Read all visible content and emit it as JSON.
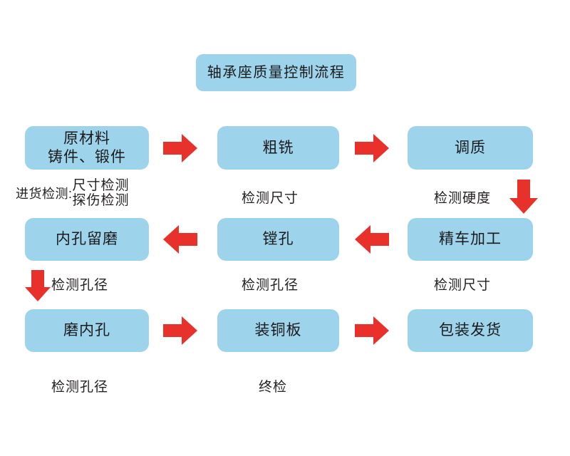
{
  "diagram": {
    "title": "轴承座质量控制流程",
    "colors": {
      "node_fill": "#9ed3ec",
      "arrow_red": "#e8312a",
      "text": "#231f20",
      "background": "#ffffff"
    },
    "rows": [
      {
        "name": "row-1",
        "direction": "left-to-right",
        "nodes": [
          {
            "id": "raw-material",
            "lines": [
              "原材料",
              "铸件、锻件"
            ]
          },
          {
            "id": "rough-milling",
            "lines": [
              "粗铣"
            ]
          },
          {
            "id": "quench-temper",
            "lines": [
              "调质"
            ]
          }
        ]
      },
      {
        "name": "row-2",
        "direction": "right-to-left",
        "nodes": [
          {
            "id": "bore-grind-allowance",
            "lines": [
              "内孔留磨"
            ]
          },
          {
            "id": "boring",
            "lines": [
              "镗孔"
            ]
          },
          {
            "id": "finish-turning",
            "lines": [
              "精车加工"
            ]
          }
        ]
      },
      {
        "name": "row-3",
        "direction": "left-to-right",
        "nodes": [
          {
            "id": "grind-inner-hole",
            "lines": [
              "磨内孔"
            ]
          },
          {
            "id": "install-copper-plate",
            "lines": [
              "装铜板"
            ]
          },
          {
            "id": "packing-shipping",
            "lines": [
              "包装发货"
            ]
          }
        ]
      }
    ],
    "captions": {
      "incoming_inspection_prefix": "进货检测:",
      "incoming_inspection_lines": [
        "尺寸检测",
        "探伤检测"
      ],
      "row1_mid": "检测尺寸",
      "row1_right": "检测硬度",
      "row2_left": "检测孔径",
      "row2_mid": "检测孔径",
      "row2_right": "检测尺寸",
      "row3_left": "检测孔径",
      "row3_mid": "终检"
    },
    "arrows": [
      {
        "id": "arrow-raw-to-rough",
        "direction": "right"
      },
      {
        "id": "arrow-rough-to-quench",
        "direction": "right"
      },
      {
        "id": "arrow-quench-to-finishturning",
        "direction": "down"
      },
      {
        "id": "arrow-finishturning-to-boring",
        "direction": "left"
      },
      {
        "id": "arrow-boring-to-boregrind",
        "direction": "left"
      },
      {
        "id": "arrow-boregrind-to-grindhole",
        "direction": "down"
      },
      {
        "id": "arrow-grindhole-to-copperplate",
        "direction": "right"
      },
      {
        "id": "arrow-copperplate-to-packing",
        "direction": "right"
      }
    ]
  }
}
